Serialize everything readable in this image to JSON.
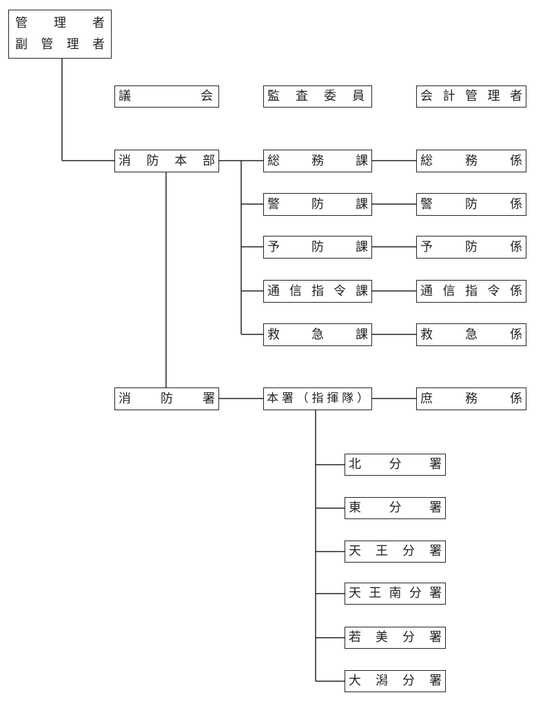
{
  "nodes": {
    "manager": {
      "line1": "管理者",
      "line2": "副管理者"
    },
    "council": "議会",
    "auditor": "監査委員",
    "accountant": "会計管理者",
    "hq": "消防本部",
    "general_affairs_div": "総務課",
    "security_div": "警防課",
    "prevention_div": "予防課",
    "dispatch_div": "通信指令課",
    "emergency_div": "救急課",
    "general_affairs_sec": "総務係",
    "security_sec": "警防係",
    "prevention_sec": "予防係",
    "dispatch_sec": "通信指令係",
    "emergency_sec": "救急係",
    "fire_station": "消防署",
    "main_station": "本署（指揮隊）",
    "admin_sec": "庶務係",
    "branch_north": "北分署",
    "branch_east": "東分署",
    "branch_tenno": "天王分署",
    "branch_tenno_minami": "天王南分署",
    "branch_wakami": "若美分署",
    "branch_ogata": "大潟分署"
  }
}
